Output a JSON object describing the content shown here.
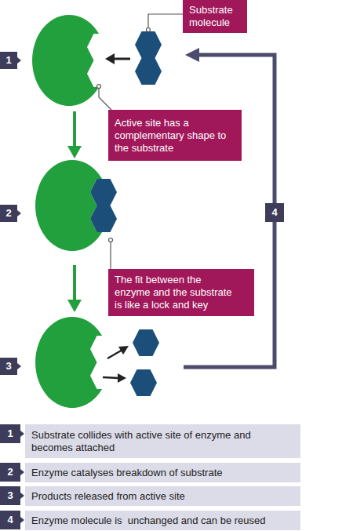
{
  "diagram": {
    "nodes": [
      {
        "text": [
          "Substrate molecule"
        ]
      },
      {
        "text": [
          "1"
        ]
      },
      {
        "text": [
          "Active site has a complementary shape to the substrate"
        ]
      },
      {
        "text": [
          "2"
        ]
      },
      {
        "text": [
          "4"
        ]
      },
      {
        "text": [
          "The fit between the enzyme and the substrate is like a lock and key"
        ]
      },
      {
        "text": [
          "3"
        ]
      },
      {
        "text": [
          "1"
        ]
      },
      {
        "text": [
          "Substrate collides with active site of enzyme and becomes attached"
        ]
      },
      {
        "text": [
          "2"
        ]
      },
      {
        "text": [
          "Enzyme catalyses breakdown of substrate"
        ]
      },
      {
        "text": [
          "3"
        ]
      },
      {
        "text": [
          "Products released from active site"
        ]
      },
      {
        "text": [
          "4"
        ]
      },
      {
        "text": [
          "Enzyme molecule is  unchanged and can be reused"
        ]
      }
    ]
  }
}
